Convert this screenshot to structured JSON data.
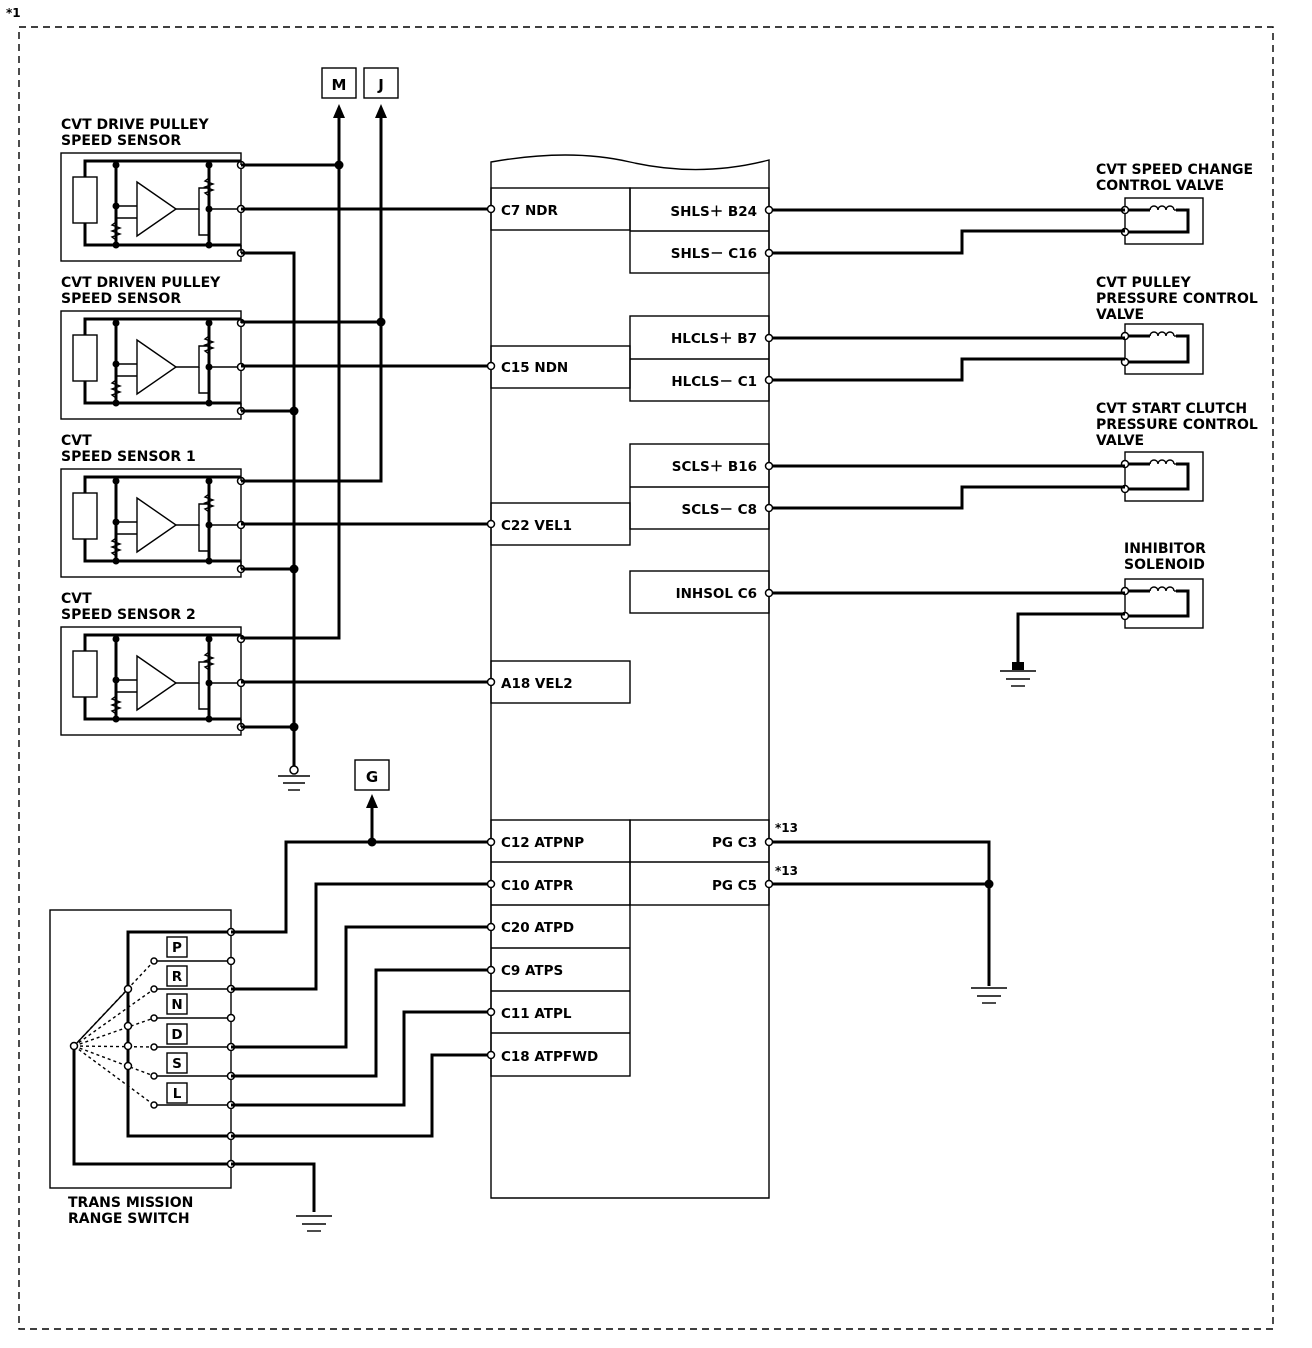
{
  "page": {
    "note_ref": "*1"
  },
  "connectors": {
    "m": "M",
    "j": "J",
    "g": "G"
  },
  "sensors": [
    {
      "line1": "CVT DRIVE PULLEY",
      "line2": "SPEED SENSOR"
    },
    {
      "line1": "CVT DRIVEN PULLEY",
      "line2": "SPEED SENSOR"
    },
    {
      "line1": "CVT",
      "line2": "SPEED SENSOR 1"
    },
    {
      "line1": "CVT",
      "line2": "SPEED SENSOR 2"
    }
  ],
  "ecm_left_pins": [
    "C7 NDR",
    "C15 NDN",
    "C22 VEL1",
    "A18 VEL2",
    "C12 ATPNP",
    "C10 ATPR",
    "C20 ATPD",
    "C9 ATPS",
    "C11 ATPL",
    "C18 ATPFWD"
  ],
  "ecm_right_pins": [
    "SHLS＋ B24",
    "SHLS－ C16",
    "HLCLS＋ B7",
    "HLCLS－ C1",
    "SCLS＋ B16",
    "SCLS－ C8",
    "INHSOL C6",
    "PG C3",
    "PG C5"
  ],
  "pg_notes": [
    "*13",
    "*13"
  ],
  "valves": [
    {
      "lines": [
        "CVT SPEED CHANGE",
        "CONTROL VALVE"
      ]
    },
    {
      "lines": [
        "CVT PULLEY",
        "PRESSURE CONTROL",
        "VALVE"
      ]
    },
    {
      "lines": [
        "CVT START CLUTCH",
        "PRESSURE CONTROL",
        "VALVE"
      ]
    },
    {
      "lines": [
        "INHIBITOR",
        "SOLENOID"
      ]
    }
  ],
  "range_switch": {
    "positions": [
      "P",
      "R",
      "N",
      "D",
      "S",
      "L"
    ],
    "line1": "TRANS MISSION",
    "line2": "RANGE SWITCH"
  }
}
